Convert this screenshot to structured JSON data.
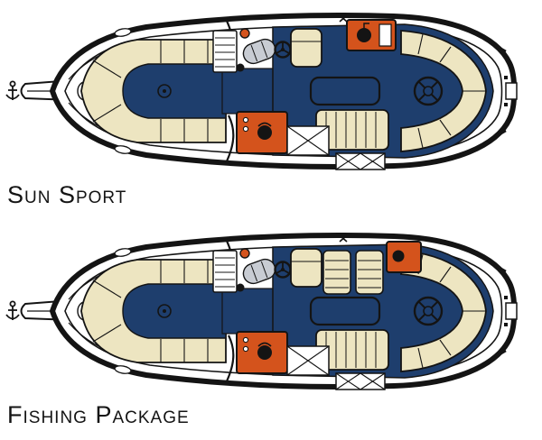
{
  "page": {
    "background": "#ffffff"
  },
  "diagrams": [
    {
      "id": "sun-sport",
      "label": "Sun Sport",
      "type": "boat-floorplan-top-view"
    },
    {
      "id": "fishing-package",
      "label": "Fishing Package",
      "type": "boat-floorplan-top-view"
    }
  ],
  "colors": {
    "ink": "#141414",
    "hull": "#ffffff",
    "carpet": "#1e3e6d",
    "cushion": "#ede5c1",
    "accent": "#d4531c",
    "gray": "#c8ccd3"
  },
  "icons": {
    "anchor": "anchor-icon",
    "steering_wheel": "steering-wheel-icon",
    "compass": "compass-icon"
  }
}
